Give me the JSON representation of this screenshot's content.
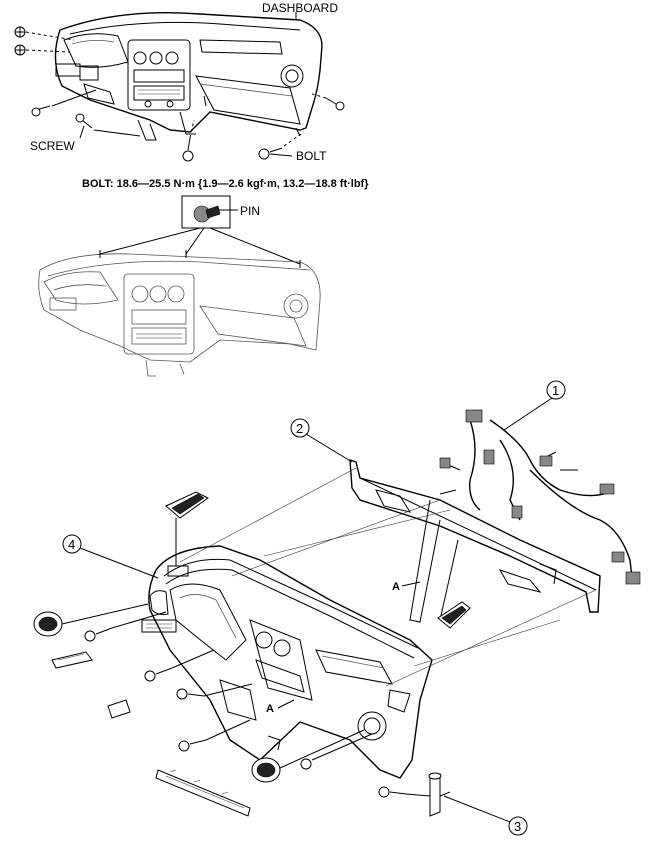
{
  "top_diagram": {
    "label_dashboard": "DASHBOARD",
    "label_screw": "SCREW",
    "label_bolt": "BOLT"
  },
  "torque_spec": "BOLT: 18.6—25.5 N·m {1.9—2.6 kgf·m, 13.2—18.8 ft·lbf}",
  "middle_diagram": {
    "label_pin": "PIN"
  },
  "exploded_view": {
    "callouts": [
      "1",
      "2",
      "3",
      "4"
    ],
    "reference_marks": [
      "A",
      "A"
    ]
  }
}
